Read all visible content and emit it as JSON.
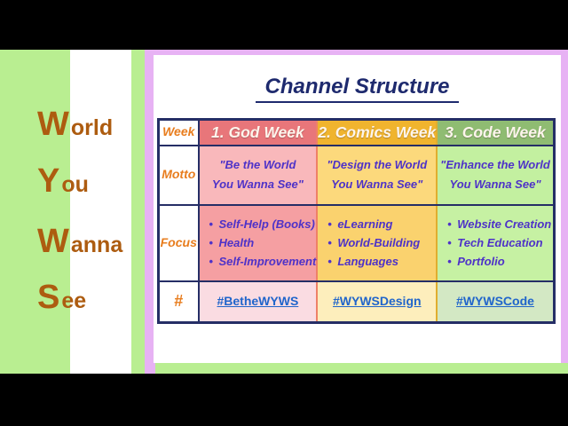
{
  "sidebar": {
    "lines": [
      {
        "big": "W",
        "rest": "orld"
      },
      {
        "big": "Y",
        "rest": "ou"
      },
      {
        "big": "W",
        "rest": "anna"
      },
      {
        "big": "S",
        "rest": "ee"
      }
    ]
  },
  "card": {
    "title": "Channel Structure"
  },
  "table": {
    "row_labels": {
      "week": "Week",
      "motto": "Motto",
      "focus": "Focus",
      "hashtag": "#"
    },
    "columns": [
      {
        "header": "1. God Week",
        "motto_line1": "\"Be the World",
        "motto_line2": "You Wanna See\"",
        "focus": [
          "Self-Help (Books)",
          "Health",
          "Self-Improvement"
        ],
        "hashtag": "#BetheWYWS"
      },
      {
        "header": "2. Comics Week",
        "motto_line1": "\"Design the World",
        "motto_line2": "You Wanna See\"",
        "focus": [
          "eLearning",
          "World-Building",
          "Languages"
        ],
        "hashtag": "#WYWSDesign"
      },
      {
        "header": "3. Code Week",
        "motto_line1": "\"Enhance the World",
        "motto_line2": "You Wanna See\"",
        "focus": [
          "Website Creation",
          "Tech Education",
          "Portfolio"
        ],
        "hashtag": "#WYWSCode"
      }
    ]
  },
  "icons": {
    "bullet": "•"
  },
  "colors": {
    "background_green": "#b9ee91",
    "frame_pink": "#e7b2f4",
    "navy_border": "#252e66",
    "label_orange": "#e87d1e",
    "sidebar_text": "#ad5c10",
    "god_week": "#e8767a",
    "comics_week": "#f0b42e",
    "code_week": "#8fbc72",
    "motto_text": "#4e32c8",
    "hashtag_blue": "#2065cb"
  }
}
